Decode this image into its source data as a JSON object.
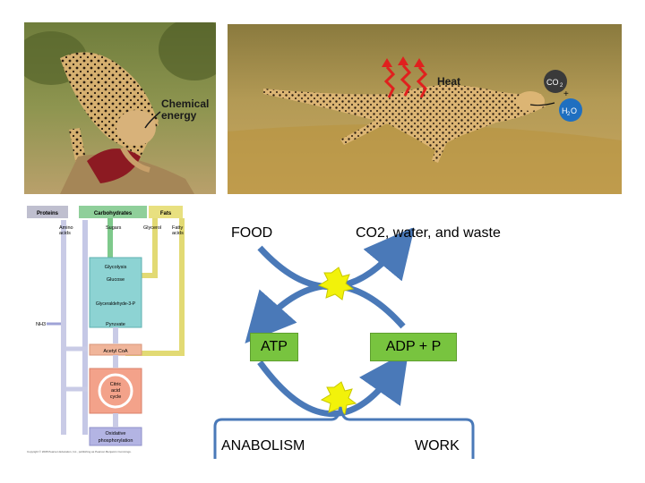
{
  "photos": {
    "left_label_line1": "Chemical",
    "left_label_line2": "energy",
    "heat_label": "Heat",
    "co2_label": "CO",
    "co2_sub": "2",
    "plus": "+",
    "h2o_label_a": "H",
    "h2o_sub": "2",
    "h2o_label_b": "O"
  },
  "pathway": {
    "proteins": "Proteins",
    "carbohydrates": "Carbohydrates",
    "fats": "Fats",
    "amino_acids_1": "Amino",
    "amino_acids_2": "acids",
    "sugars": "Sugars",
    "glycerol": "Glycerol",
    "fatty_acids_1": "Fatty",
    "fatty_acids_2": "acids",
    "glycolysis": "Glycolysis",
    "glucose": "Glucose",
    "g3p": "Glyceraldehyde-3-P",
    "nh3": "NH3",
    "pyruvate": "Pyruvate",
    "acetyl_coa": "Acetyl CoA",
    "citric_1": "Citric",
    "citric_2": "acid",
    "citric_3": "cycle",
    "oxphos_1": "Oxidative",
    "oxphos_2": "phosphorylation",
    "copyright": "Copyright © 2008 Pearson Education, Inc., publishing as Pearson Benjamin Cummings."
  },
  "cycle": {
    "food": "FOOD",
    "waste": "CO2, water, and waste",
    "atp": "ATP",
    "adp": "ADP + P",
    "anabolism": "ANABOLISM",
    "work": "WORK"
  },
  "colors": {
    "box_green": "#78c43f",
    "arrow_blue": "#4a79b8",
    "star_yellow": "#f2f20a",
    "bracket_blue": "#4a79b8"
  }
}
